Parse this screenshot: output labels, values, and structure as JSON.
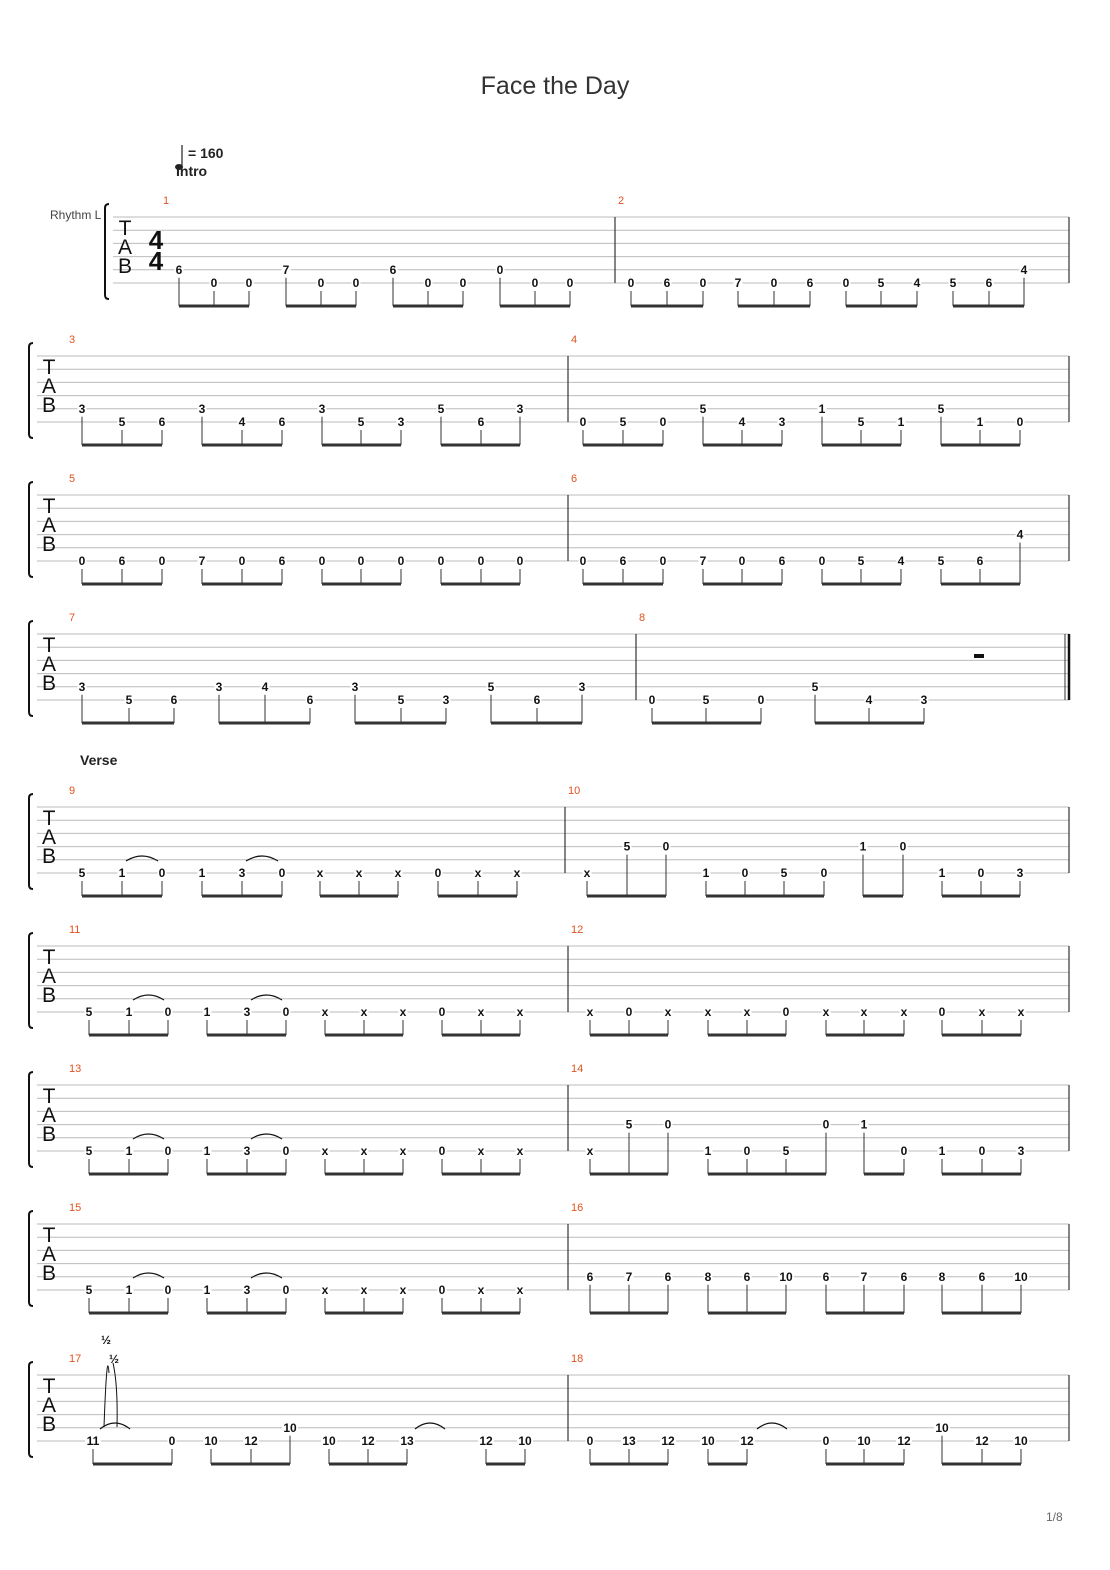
{
  "title": "Face the Day",
  "tempo": "= 160",
  "track_name": "Rhythm L",
  "page": "1/8",
  "time_signature": {
    "top": "4",
    "bottom": "4"
  },
  "tab_letters": [
    "T",
    "A",
    "B"
  ],
  "bend_label": "½",
  "sections": [
    {
      "label": "Intro",
      "measure": 1
    },
    {
      "label": "Verse",
      "measure": 9
    }
  ],
  "systems": [
    {
      "measures": [
        {
          "num": "1",
          "notes": [
            [
              "6",
              "0",
              "0"
            ],
            [
              "7",
              "0",
              "0"
            ],
            [
              "6",
              "0",
              "0"
            ],
            [
              "0",
              "0",
              "0"
            ]
          ]
        },
        {
          "num": "2",
          "notes": [
            [
              "0",
              "6",
              "0"
            ],
            [
              "7",
              "0",
              "6"
            ],
            [
              "0",
              "5",
              "4"
            ],
            [
              "5",
              "6",
              "4"
            ]
          ]
        }
      ]
    },
    {
      "measures": [
        {
          "num": "3",
          "notes": [
            [
              "3",
              "5",
              "6"
            ],
            [
              "3",
              "4",
              "6"
            ],
            [
              "3",
              "5",
              "3"
            ],
            [
              "5",
              "6",
              "3"
            ]
          ]
        },
        {
          "num": "4",
          "notes": [
            [
              "0",
              "5",
              "0"
            ],
            [
              "5",
              "4",
              "3"
            ],
            [
              "1",
              "5",
              "1"
            ],
            [
              "5",
              "1",
              "0"
            ]
          ]
        }
      ]
    },
    {
      "measures": [
        {
          "num": "5",
          "notes": [
            [
              "0",
              "6",
              "0"
            ],
            [
              "7",
              "0",
              "6"
            ],
            [
              "0",
              "0",
              "0"
            ],
            [
              "0",
              "0",
              "0"
            ]
          ]
        },
        {
          "num": "6",
          "notes": [
            [
              "0",
              "6",
              "0"
            ],
            [
              "7",
              "0",
              "6"
            ],
            [
              "0",
              "5",
              "4"
            ],
            [
              "5",
              "6",
              "4"
            ]
          ]
        }
      ]
    },
    {
      "measures": [
        {
          "num": "7",
          "notes": [
            [
              "3",
              "5",
              "6"
            ],
            [
              "3",
              "4",
              "6"
            ],
            [
              "3",
              "5",
              "3"
            ],
            [
              "5",
              "6",
              "3"
            ]
          ]
        },
        {
          "num": "8",
          "notes": [
            [
              "0",
              "5",
              "0"
            ],
            [
              "5",
              "4",
              "3"
            ]
          ]
        }
      ]
    },
    {
      "measures": [
        {
          "num": "9",
          "notes": [
            [
              "5",
              "1",
              "0"
            ],
            [
              "1",
              "3",
              "0"
            ],
            [
              "x",
              "x",
              "x"
            ],
            [
              "0",
              "x",
              "x"
            ]
          ]
        },
        {
          "num": "10",
          "notes": [
            [
              "x",
              "5",
              "0"
            ],
            [
              "1",
              "0",
              "5",
              "0"
            ],
            [
              "1",
              "0"
            ],
            [
              "1",
              "0",
              "3"
            ]
          ]
        }
      ]
    },
    {
      "measures": [
        {
          "num": "11",
          "notes": [
            [
              "5",
              "1",
              "0"
            ],
            [
              "1",
              "3",
              "0"
            ],
            [
              "x",
              "x",
              "x"
            ],
            [
              "0",
              "x",
              "x"
            ]
          ]
        },
        {
          "num": "12",
          "notes": [
            [
              "x",
              "0",
              "x"
            ],
            [
              "x",
              "x",
              "0"
            ],
            [
              "x",
              "x",
              "x"
            ],
            [
              "0",
              "x",
              "x"
            ]
          ]
        }
      ]
    },
    {
      "measures": [
        {
          "num": "13",
          "notes": [
            [
              "5",
              "1",
              "0"
            ],
            [
              "1",
              "3",
              "0"
            ],
            [
              "x",
              "x",
              "x"
            ],
            [
              "0",
              "x",
              "x"
            ]
          ]
        },
        {
          "num": "14",
          "notes": [
            [
              "x",
              "5",
              "0"
            ],
            [
              "1",
              "0",
              "5",
              "0"
            ],
            [
              "1",
              "0"
            ],
            [
              "1",
              "0",
              "3"
            ]
          ]
        }
      ]
    },
    {
      "measures": [
        {
          "num": "15",
          "notes": [
            [
              "5",
              "1",
              "0"
            ],
            [
              "1",
              "3",
              "0"
            ],
            [
              "x",
              "x",
              "x"
            ],
            [
              "0",
              "x",
              "x"
            ]
          ]
        },
        {
          "num": "16",
          "notes": [
            [
              "6",
              "7",
              "6"
            ],
            [
              "8",
              "6",
              "10"
            ],
            [
              "6",
              "7",
              "6"
            ],
            [
              "8",
              "6",
              "10"
            ]
          ]
        }
      ]
    },
    {
      "measures": [
        {
          "num": "17",
          "notes": [
            [
              "11",
              "0"
            ],
            [
              "10",
              "12",
              "10"
            ],
            [
              "10",
              "12",
              "13"
            ],
            [
              "12",
              "10"
            ]
          ]
        },
        {
          "num": "18",
          "notes": [
            [
              "0",
              "13",
              "12"
            ],
            [
              "10",
              "12"
            ],
            [
              "0",
              "10",
              "12"
            ],
            [
              "10",
              "12",
              "10"
            ]
          ]
        }
      ]
    }
  ]
}
